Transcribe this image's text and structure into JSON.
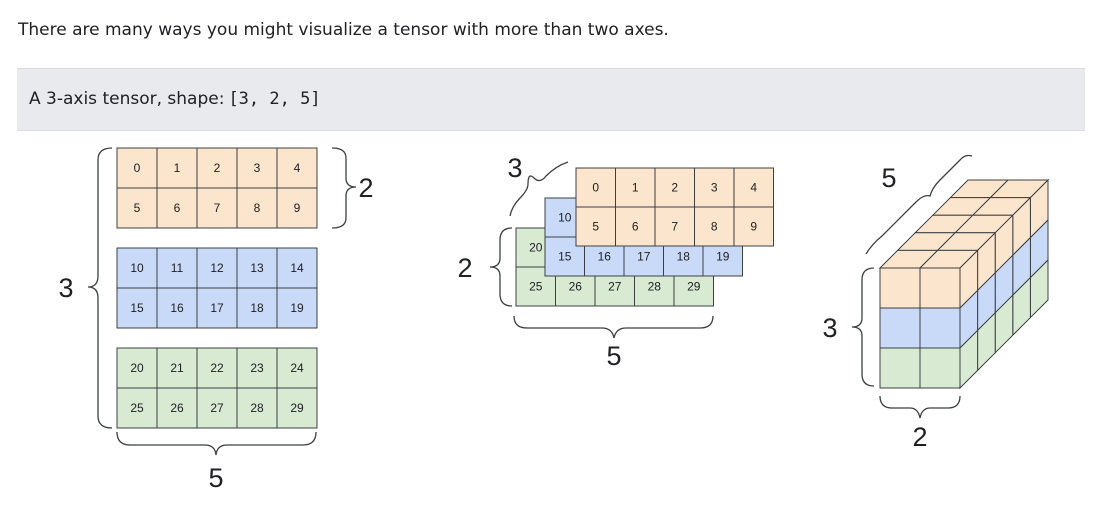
{
  "intro_text": "There are many ways you might visualize a tensor with more than two axes.",
  "caption": {
    "label": "A 3-axis tensor, shape:",
    "shape": "[3, 2, 5]"
  },
  "colors": {
    "layer0": "#fce5cd",
    "layer1": "#c9daf8",
    "layer2": "#d9ead3",
    "stroke": "#3c4043"
  },
  "tensor": {
    "layers": [
      [
        [
          0,
          1,
          2,
          3,
          4
        ],
        [
          5,
          6,
          7,
          8,
          9
        ]
      ],
      [
        [
          10,
          11,
          12,
          13,
          14
        ],
        [
          15,
          16,
          17,
          18,
          19
        ]
      ],
      [
        [
          20,
          21,
          22,
          23,
          24
        ],
        [
          25,
          26,
          27,
          28,
          29
        ]
      ]
    ]
  },
  "labels": {
    "view1_axis0": "3",
    "view1_rows": "2",
    "view1_cols": "5",
    "view2_axis0": "3",
    "view2_rows": "2",
    "view2_cols": "5",
    "view3_depth": "5",
    "view3_height": "3",
    "view3_width": "2"
  }
}
